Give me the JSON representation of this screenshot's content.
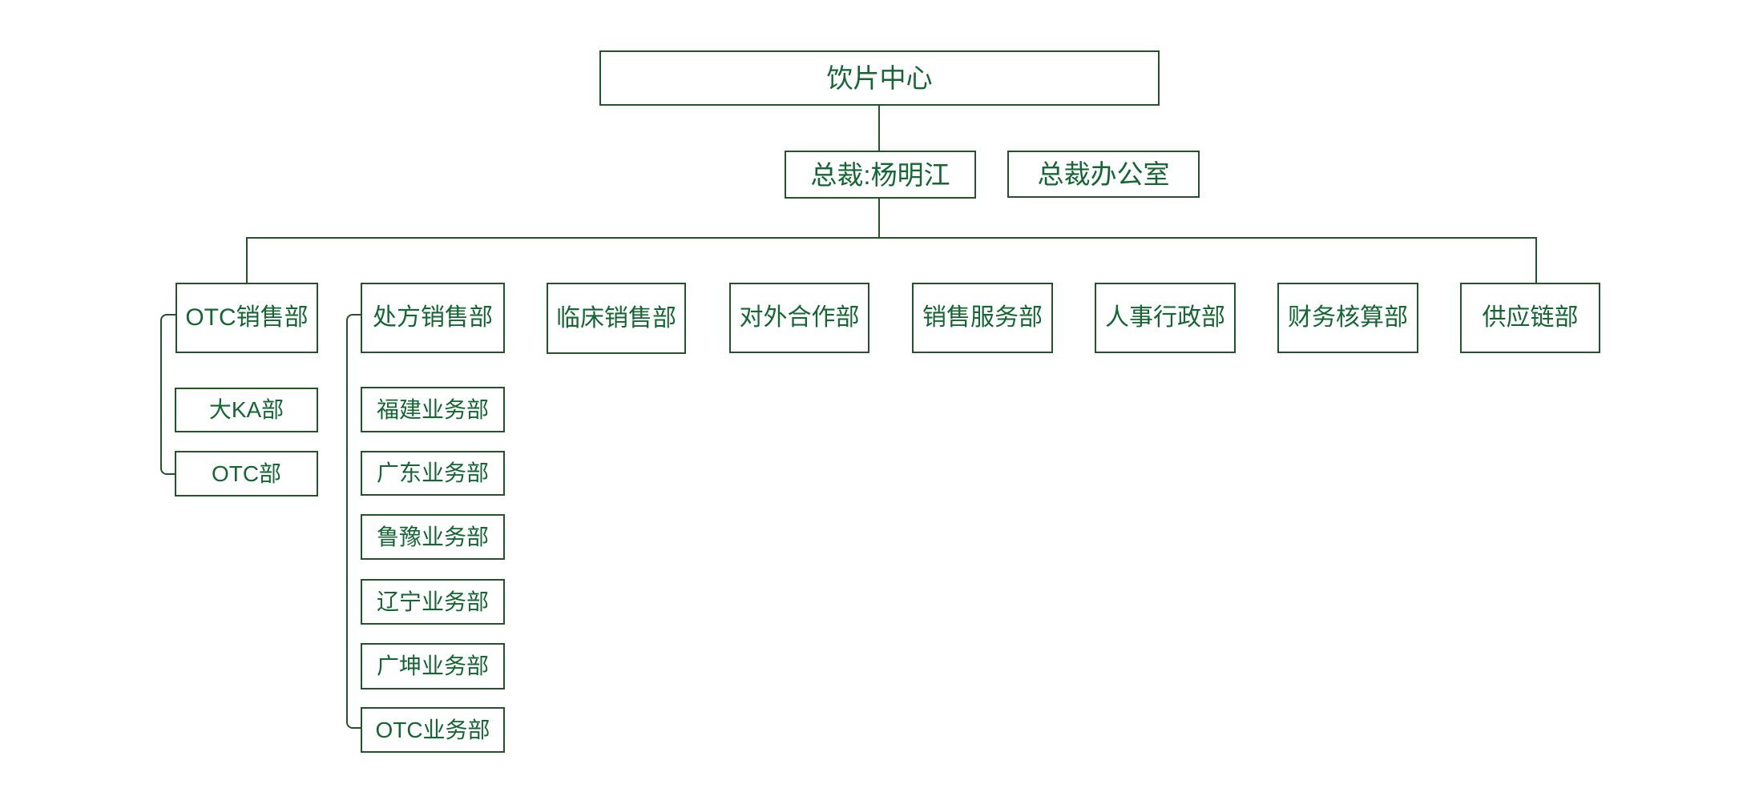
{
  "diagram": {
    "type": "org-chart",
    "colors": {
      "line": "#25522a",
      "text": "#146633",
      "background": "#ffffff"
    },
    "nodes": {
      "root": {
        "label": "饮片中心"
      },
      "president": {
        "label": "总裁:杨明江"
      },
      "president_office": {
        "label": "总裁办公室"
      },
      "departments": [
        {
          "label": "OTC销售部",
          "children": [
            "大KA部",
            "OTC部"
          ]
        },
        {
          "label": "处方销售部",
          "children": [
            "福建业务部",
            "广东业务部",
            "鲁豫业务部",
            "辽宁业务部",
            "广坤业务部",
            "OTC业务部"
          ]
        },
        {
          "label": "临床销售部",
          "children": []
        },
        {
          "label": "对外合作部",
          "children": []
        },
        {
          "label": "销售服务部",
          "children": []
        },
        {
          "label": "人事行政部",
          "children": []
        },
        {
          "label": "财务核算部",
          "children": []
        },
        {
          "label": "供应链部",
          "children": []
        }
      ]
    }
  }
}
